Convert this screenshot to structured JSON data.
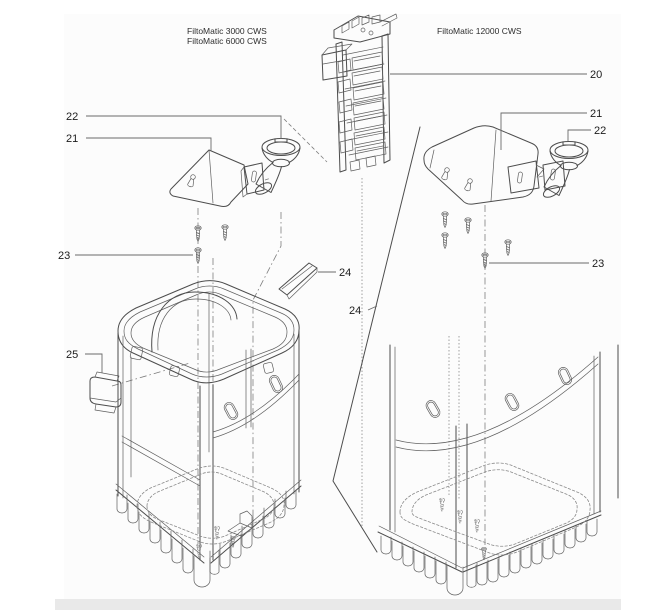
{
  "page": {
    "background_color": "#ffffff",
    "line_color": "#4d4d4d",
    "label_color": "#1c1c1c",
    "footer_bar_color": "#e9e9e9"
  },
  "diagram": {
    "titles": {
      "left_line1": "FiltoMatic 3000 CWS",
      "left_line2": "FiltoMatic 6000 CWS",
      "right": "FiltoMatic 12000 CWS"
    },
    "callouts": {
      "tower": "20",
      "bracket": "21",
      "funnel": "22",
      "screw": "23",
      "strip": "24",
      "flap": "25"
    }
  }
}
